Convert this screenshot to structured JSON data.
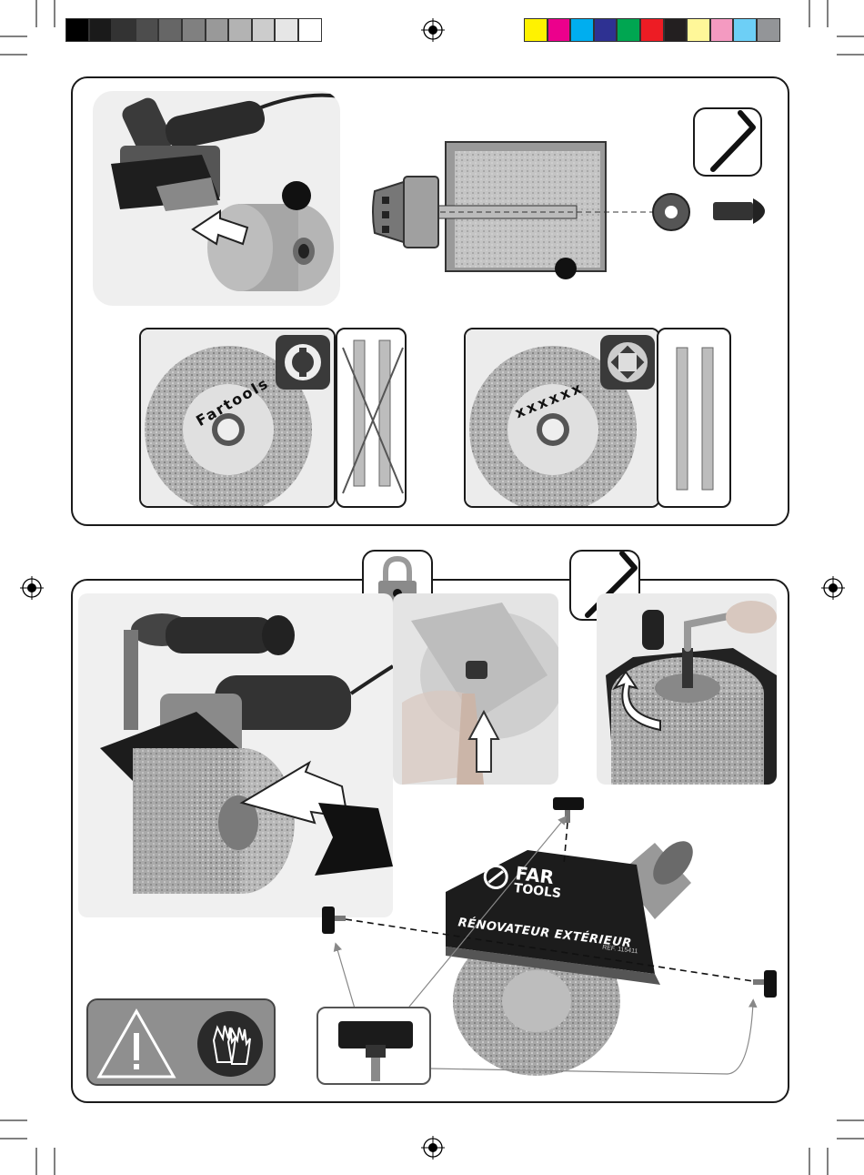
{
  "document": {
    "brand_logo_top": "FAR",
    "brand_logo_bottom": "TOOLS",
    "label_on_guard": "RÉNOVATEUR EXTÉRIEUR",
    "label_on_guard_sub": "REF. 115411",
    "brush_label_left": "Fartools",
    "brush_label_right": "xxxxxx"
  },
  "colors": {
    "gray_swatches": [
      "#000000",
      "#1a1a1a",
      "#333333",
      "#4d4d4d",
      "#666666",
      "#808080",
      "#999999",
      "#b3b3b3",
      "#cccccc",
      "#e6e6e6",
      "#ffffff"
    ],
    "color_swatches": [
      "#fff200",
      "#ec008c",
      "#00aeef",
      "#2e3192",
      "#00a651",
      "#ed1c24",
      "#231f20",
      "#fff799",
      "#f49ac1",
      "#6dcff6",
      "#939598"
    ]
  },
  "icons": {
    "hex_key": "hex-key-icon",
    "padlock": "padlock-icon",
    "warning": "warning-triangle-icon",
    "gloves": "gloves-icon",
    "registration": "registration-mark-icon"
  }
}
